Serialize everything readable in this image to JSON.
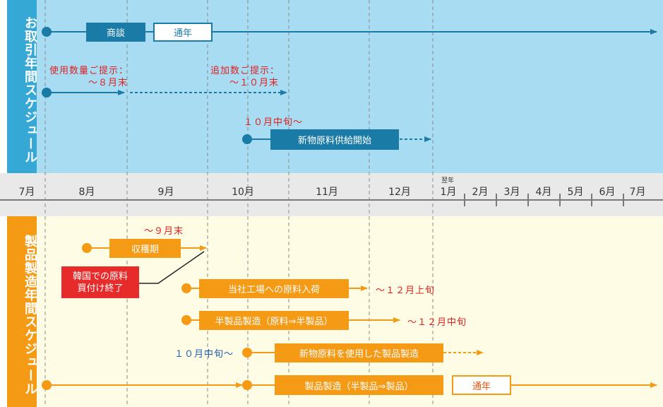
{
  "sections": {
    "top": "お取引年間スケジュール",
    "bottom": "製品製造年間スケジュール"
  },
  "timeline": {
    "next_year": "翌年",
    "months": [
      "7月",
      "8月",
      "9月",
      "10月",
      "11月",
      "12月",
      "1月",
      "2月",
      "3月",
      "4月",
      "5月",
      "6月",
      "7月"
    ]
  },
  "top": {
    "negotiation": "商談",
    "year_round": "通年",
    "usage_qty_label": "使用数量ご提示：",
    "usage_qty_deadline": "～８月末",
    "additional_label": "追加数ご提示：",
    "additional_deadline": "～１０月末",
    "new_material_start_date": "１０月中旬～",
    "new_material_start": "新物原料供給開始"
  },
  "bottom": {
    "harvest_end": "～９月末",
    "harvest": "収穫期",
    "korea_note": "韓国での原料\n買付け終了",
    "factory_arrival": "当社工場への原料入荷",
    "factory_arrival_end": "～１２月上旬",
    "semi_product": "半製品製造（原料⇒半製品）",
    "semi_product_end": "～１２月中旬",
    "new_product_date": "１０月中旬～",
    "new_product": "新物原料を使用した製品製造",
    "product_mfg": "製品製造（半製品⇒製品）",
    "year_round": "通年"
  },
  "colors": {
    "blue": "#1a7ba7",
    "orange": "#f49a14",
    "red": "#e72b2b"
  }
}
